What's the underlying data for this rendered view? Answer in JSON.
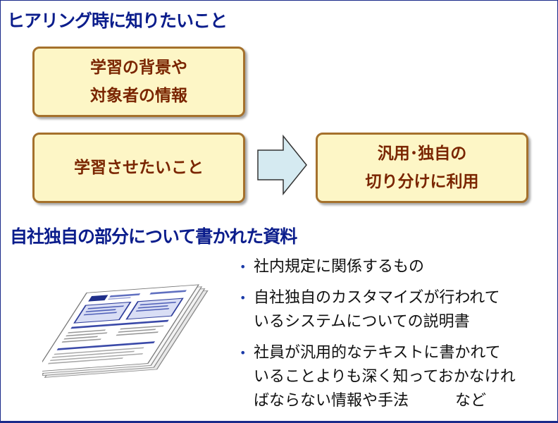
{
  "heading_top": "ヒアリング時に知りたいこと",
  "boxes": {
    "background": {
      "line1": "学習の背景や",
      "line2": "対象者の情報"
    },
    "learning_goals": {
      "line1": "学習させたいこと"
    },
    "result": {
      "line1": "汎用･独自の",
      "line2": "切り分けに利用"
    }
  },
  "heading_bottom": "自社独自の部分について書かれた資料",
  "bullets": [
    {
      "text": "社内規定に関係するもの"
    },
    {
      "text": "自社独自のカスタマイズが行われて\nいるシステムについての説明書"
    },
    {
      "text": "社員が汎用的なテキストに書かれて\nいることよりも深く知っておかなけれ\nばならない情報や手法　　　など"
    }
  ],
  "colors": {
    "heading": "#0b1d8c",
    "box_fill": "#fdf6c6",
    "box_border": "#a5712c",
    "box_text": "#7a2500",
    "arrow_fill": "#d5eaf1",
    "bullet_dot": "#1a3aa8"
  },
  "icons": {
    "arrow": "right-arrow",
    "document": "document-stack-icon"
  }
}
